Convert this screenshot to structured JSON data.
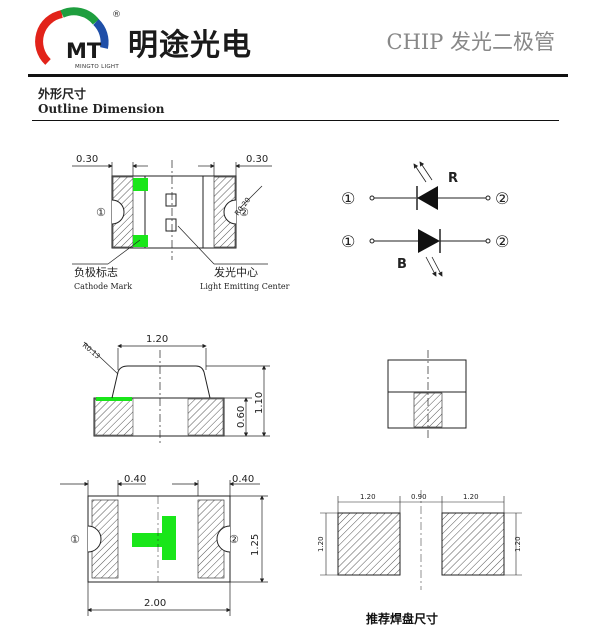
{
  "header": {
    "logo_letters": "MT",
    "logo_caption": "MINGTO LIGHT",
    "logo_registered": "®",
    "brand_name": "明途光电",
    "product_title": "CHIP 发光二极管"
  },
  "section": {
    "title_cn": "外形尺寸",
    "title_en": "Outline Dimension"
  },
  "top_view": {
    "dim_left": "0.30",
    "dim_right": "0.30",
    "radius": "R0.20",
    "pin1": "①",
    "pin2": "②",
    "cathode_cn": "负极标志",
    "cathode_en": "Cathode Mark",
    "emit_cn": "发光中心",
    "emit_en": "Light Emitting Center"
  },
  "circuit": {
    "pin1_top": "①",
    "pin2_top": "②",
    "label_r": "R",
    "pin1_bottom": "①",
    "pin2_bottom": "②",
    "label_b": "B"
  },
  "side_view": {
    "radius": "R0.13",
    "width": "1.20",
    "height_total": "1.10",
    "height_body": "0.60"
  },
  "bottom_view": {
    "dim_left": "0.40",
    "dim_right": "0.40",
    "height": "1.25",
    "width": "2.00",
    "pin1": "①",
    "pin2": "②"
  },
  "pad_layout": {
    "pad_w_left": "1.20",
    "gap": "0.90",
    "pad_w_right": "1.20",
    "pad_h_left": "1.20",
    "pad_h_right": "1.20"
  },
  "footer_partial": "推荐焊盘尺寸",
  "colors": {
    "logo_red": "#e2231a",
    "logo_green": "#1e9e3e",
    "logo_blue": "#1f4fa8",
    "marker_green": "#19e619",
    "hatch": "#555555"
  }
}
